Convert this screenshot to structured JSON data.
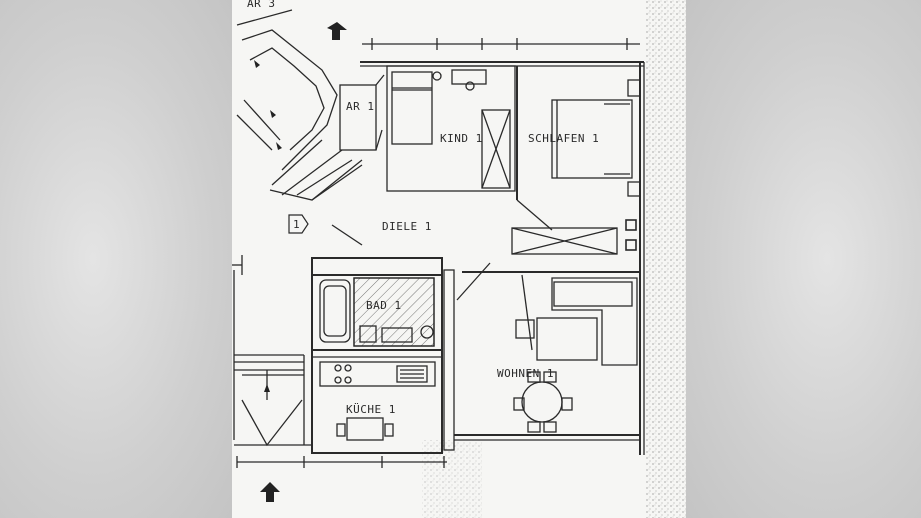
{
  "plan": {
    "rooms": {
      "ar3": "AR 3",
      "ar1": "AR 1",
      "kind1": "KIND 1",
      "schlafen1": "SCHLAFEN 1",
      "diele1": "DIELE 1",
      "bad1": "BAD 1",
      "kueche1": "KÜCHE 1",
      "wohnen1": "WOHNEN 1"
    },
    "markers": {
      "door_marker": "1"
    },
    "icons": {
      "entry_top": "arrow-down-icon",
      "entry_bottom": "arrow-up-icon"
    },
    "colors": {
      "line": "#2a2a2a",
      "paper": "#f6f6f4"
    }
  }
}
